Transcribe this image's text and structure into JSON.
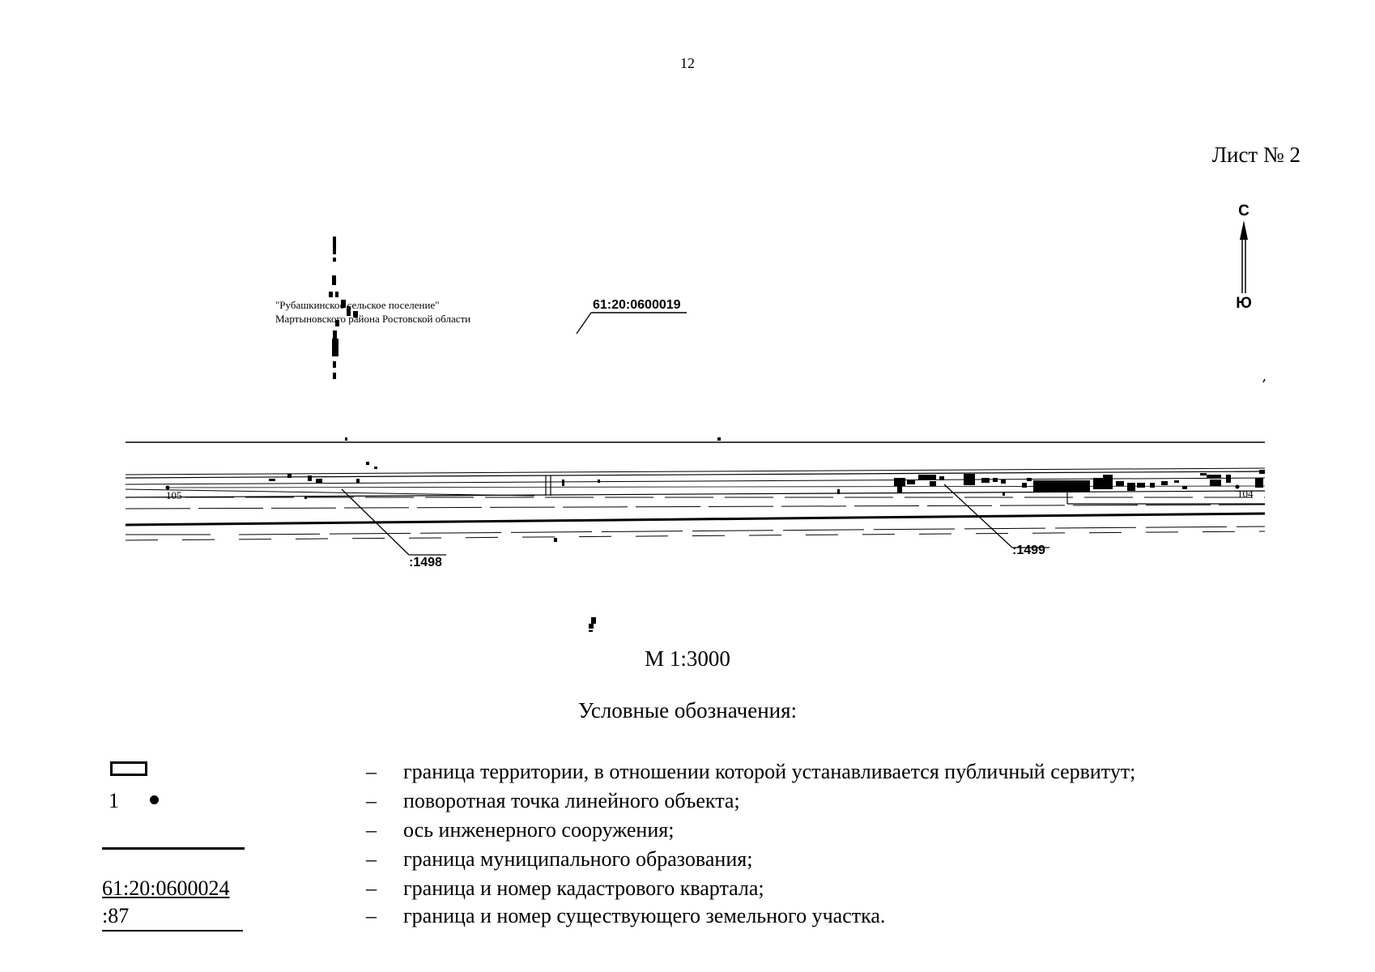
{
  "page_number": "12",
  "sheet_label": "Лист № 2",
  "compass": {
    "north": "С",
    "south": "Ю"
  },
  "map_labels": {
    "settlement_line1": "\"Рубашкинское сельское поселение\"",
    "settlement_line2": "Мартыновского района Ростовской области",
    "cadastral_block": "61:20:0600019",
    "parcel_1498": ":1498",
    "parcel_1499": ":1499",
    "point_105": "105",
    "point_104": "104"
  },
  "scale_label": "М 1:3000",
  "legend": {
    "title": "Условные обозначения:",
    "dash": "–",
    "items": [
      {
        "symbol": "rectangle",
        "text": "граница территории, в отношении которой устанавливается публичный сервитут;"
      },
      {
        "symbol": "point",
        "symbol_text": "1",
        "text": "поворотная точка линейного объекта;"
      },
      {
        "symbol": "none",
        "text": "ось инженерного сооружения;"
      },
      {
        "symbol": "line",
        "text": "граница муниципального образования;"
      },
      {
        "symbol": "cadastral",
        "symbol_text": "61:20:0600024",
        "text": "граница и номер кадастрового квартала;"
      },
      {
        "symbol": "parcel",
        "symbol_text": ":87",
        "text": "граница и номер существующего земельного участка."
      }
    ]
  }
}
